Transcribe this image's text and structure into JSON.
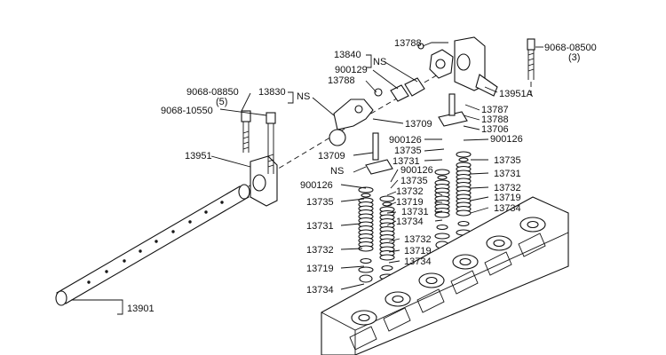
{
  "labels": {
    "p13788_top": "13788",
    "p13840": "13840",
    "ns_a": "NS",
    "p900129": "900129",
    "p13788_mid": "13788",
    "p9068_08500": "9068-08500",
    "p3": "(3)",
    "p13951a": "13951A",
    "p9068_08850": "9068-08850",
    "p5": "(5)",
    "p13830": "13830",
    "ns_b": "NS",
    "p9068_10550": "9068-10550",
    "p13787": "13787",
    "p13788_r": "13788",
    "p13706": "13706",
    "p900126_r": "900126",
    "p13709_a": "13709",
    "p900126_ma": "900126",
    "p13735_ma": "13735",
    "p13731_ma": "13731",
    "p13951": "13951",
    "p13709_b": "13709",
    "ns_c": "NS",
    "p900126_mb": "900126",
    "p13735_mb": "13735",
    "p13732_mb": "13732",
    "p13719_mb": "13719",
    "p13731_mb": "13731",
    "p13734_mb": "13734",
    "p13735_r": "13735",
    "p13731_r": "13731",
    "p13732_r": "13732",
    "p13719_r": "13719",
    "p13734_r": "13734",
    "p900126_l": "900126",
    "p13735_l": "13735",
    "p13731_l": "13731",
    "p13732_l": "13732",
    "p13719_l": "13719",
    "p13734_l": "13734",
    "p13732_lo": "13732",
    "p13719_lo": "13719",
    "p13734_lo": "13734",
    "p13901": "13901"
  }
}
